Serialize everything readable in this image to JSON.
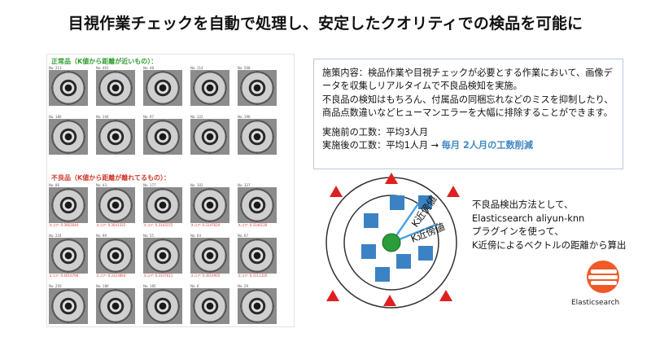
{
  "title": "目視作業チェックを自動で処理し、安定したクオリティでの検品を可能に",
  "document": {
    "normal_heading": "正常品（K値から距離が近いもの）：",
    "defect_heading": "不良品（K値から距離が離れてるもの）：",
    "normal_samples": [
      "No. 213",
      "No. 401",
      "No. 48",
      "No. 114",
      "No. 508",
      "No. 180",
      "No. 144",
      "No. 97",
      "No. 122",
      "No. 196"
    ],
    "defect_samples": [
      "No. 86",
      "No. 43",
      "No. 177",
      "No. 102",
      "No. 327",
      "No. 224",
      "No. 99",
      "No. 55",
      "No. 64",
      "No. 67",
      "No. 250",
      "No. 180",
      "No. 185",
      "No. 6",
      "No. 29"
    ],
    "defect_scores": [
      "スコア: 0.3661644",
      "スコア: 0.3641332",
      "スコア: 0.3143155",
      "スコア: 0.3147620",
      "スコア: 0.3140130",
      "スコア: 0.4016796",
      "スコア: 0.3323894",
      "スコア: 0.3337611",
      "スコア: 0.3014905",
      "スコア: 0.3111316"
    ]
  },
  "info": {
    "line1": "施策内容：検品作業や目視チェックが必要とする作業において、画像データを収集しリアルタイムで不良品検知を実施。",
    "line2": "不良品の検知はもちろん、付属品の同梱忘れなどのミスを抑制したり、商品点数違いなどヒューマンエラーを大幅に排除することができます。",
    "before": "実施前の工数：平均3人月",
    "after": "実施後の工数：平均1人月 → ",
    "reduction": "毎月 2人月の工数削減"
  },
  "diagram": {
    "label1": "K近傍値",
    "label2": "K近傍値"
  },
  "method": {
    "line1": "不良品検出方法として、",
    "line2": "Elasticsearch aliyun-knn",
    "line3": "プラグインを使って、",
    "line4": "K近傍によるベクトルの距離から算出"
  },
  "logo_name": "Elasticsearch",
  "colors": {
    "accent": "#3f88c5",
    "square": "#3b82c4",
    "circle_center": "#2a9d3a",
    "triangle": "#e02020"
  }
}
